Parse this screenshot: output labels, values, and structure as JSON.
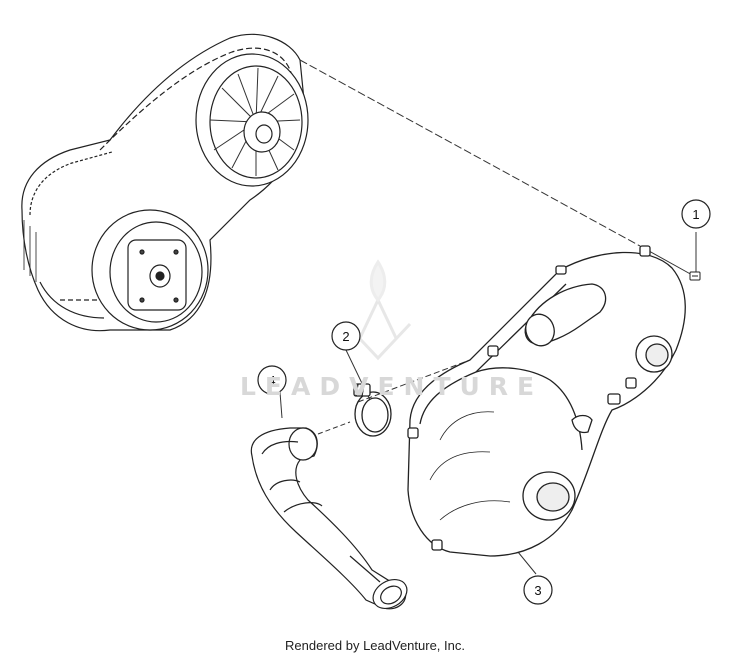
{
  "diagram": {
    "callouts": [
      {
        "id": "1",
        "label": "1"
      },
      {
        "id": "2",
        "label": "2"
      },
      {
        "id": "3",
        "label": "3"
      },
      {
        "id": "4",
        "label": "4"
      }
    ]
  },
  "watermark": {
    "brand": "LEADVENTURE",
    "icon": "flame-v-logo"
  },
  "footer": {
    "text": "Rendered by LeadVenture, Inc."
  }
}
